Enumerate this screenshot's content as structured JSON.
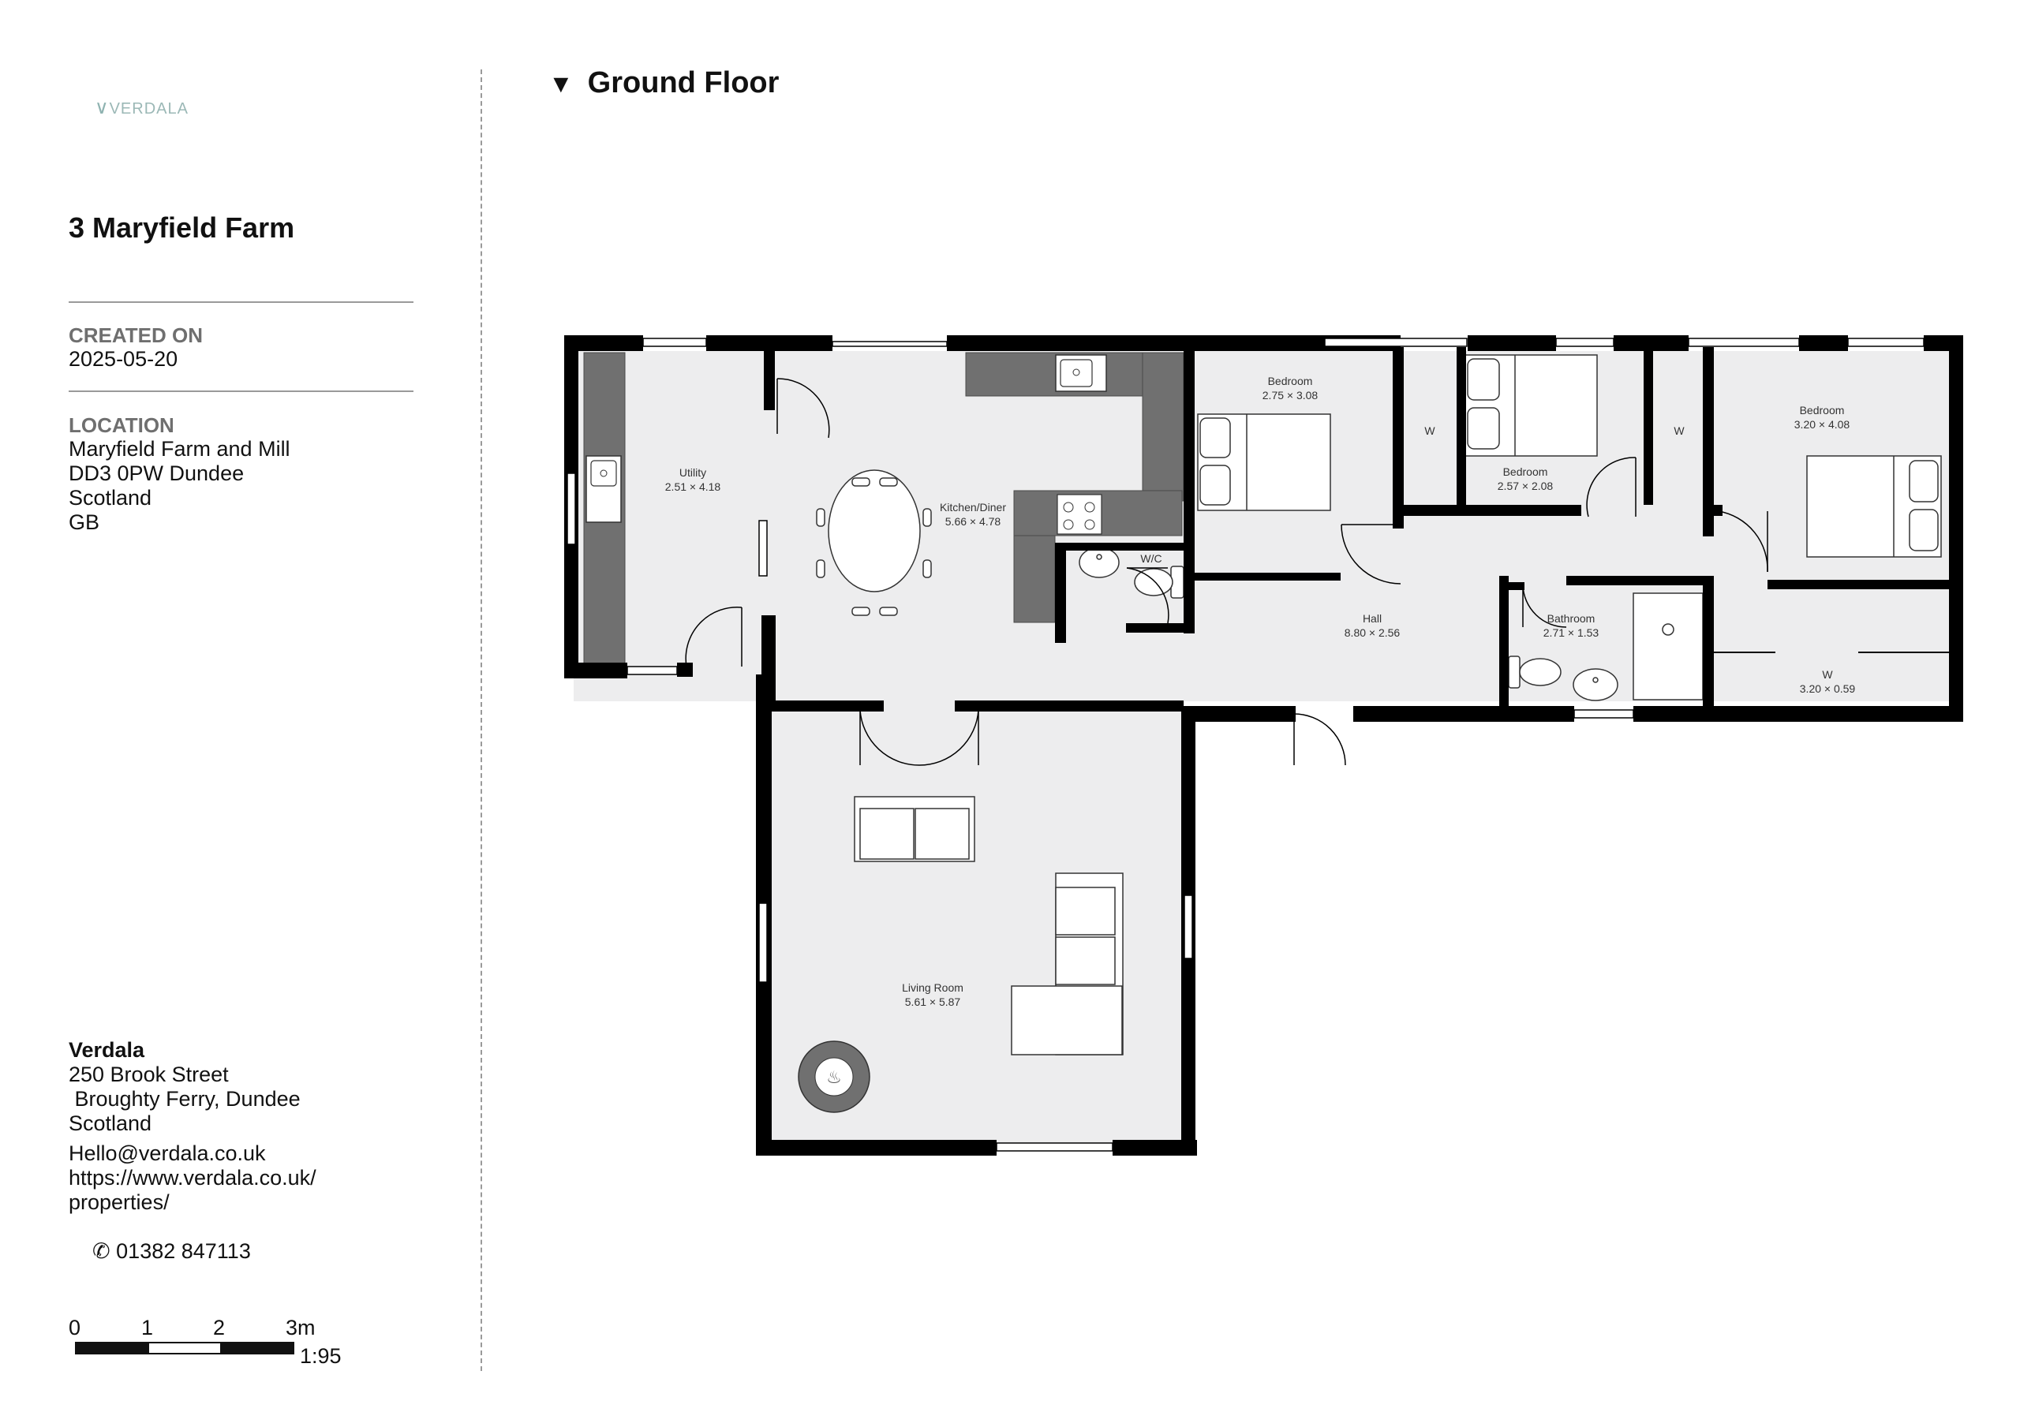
{
  "brand": {
    "logo_text": "VERDALA"
  },
  "property": {
    "title": "3 Maryfield Farm"
  },
  "created": {
    "label": "CREATED ON",
    "value": "2025-05-20"
  },
  "location": {
    "label": "LOCATION",
    "lines": [
      "Maryfield Farm and Mill",
      "DD3 0PW Dundee",
      "Scotland",
      "GB"
    ]
  },
  "agent": {
    "name": "Verdala",
    "address_lines": [
      "250 Brook Street",
      " Broughty Ferry, Dundee",
      "Scotland"
    ],
    "email": "Hello@verdala.co.uk",
    "url_lines": [
      "https://www.verdala.co.uk/",
      "properties/"
    ],
    "phone": "01382 847113"
  },
  "scale_bar": {
    "ticks": [
      "0",
      "1",
      "2",
      "3m"
    ],
    "ratio": "1:95"
  },
  "floor": {
    "title": "Ground Floor"
  },
  "rooms": {
    "utility": {
      "name": "Utility",
      "size": "2.51 × 4.18"
    },
    "kitchen": {
      "name": "Kitchen/Diner",
      "size": "5.66 × 4.78"
    },
    "wc": {
      "name": "W/C"
    },
    "bedroom1": {
      "name": "Bedroom",
      "size": "2.75 × 3.08"
    },
    "w1": {
      "name": "W"
    },
    "bedroom2": {
      "name": "Bedroom",
      "size": "2.57 × 2.08"
    },
    "w2": {
      "name": "W"
    },
    "bedroom3": {
      "name": "Bedroom",
      "size": "3.20 × 4.08"
    },
    "hall": {
      "name": "Hall",
      "size": "8.80 × 2.56"
    },
    "bathroom": {
      "name": "Bathroom",
      "size": "2.71 × 1.53"
    },
    "w3": {
      "name": "W",
      "size": "3.20 × 0.59"
    },
    "living": {
      "name": "Living Room",
      "size": "5.61 × 5.87"
    }
  },
  "colors": {
    "wall": "#000000",
    "floor": "#ededee",
    "fixture": "#707070",
    "accent_logo": "#9bb8b6"
  }
}
